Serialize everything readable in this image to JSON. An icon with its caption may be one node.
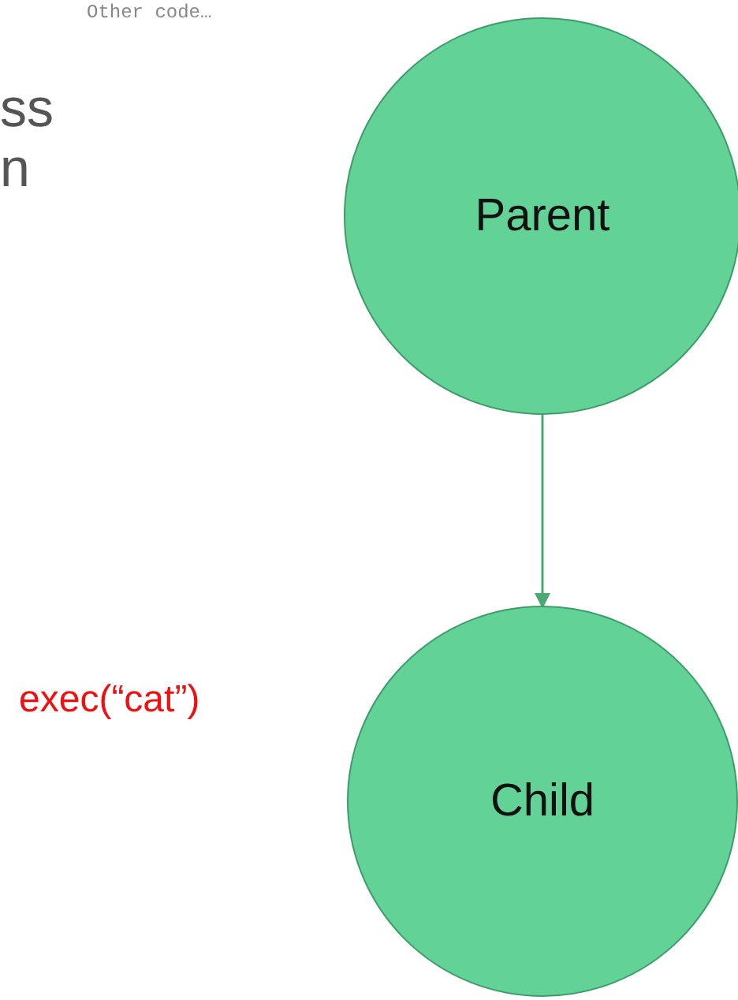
{
  "diagram": {
    "nodes": [
      {
        "text": [
          "Parent"
        ]
      },
      {
        "text": [
          "Child"
        ]
      }
    ],
    "edges": [
      {
        "from": 0,
        "to": 1,
        "arrow": "to"
      }
    ],
    "labels": [
      "Other code…",
      "ss",
      "n",
      "exec(“cat”)"
    ]
  }
}
